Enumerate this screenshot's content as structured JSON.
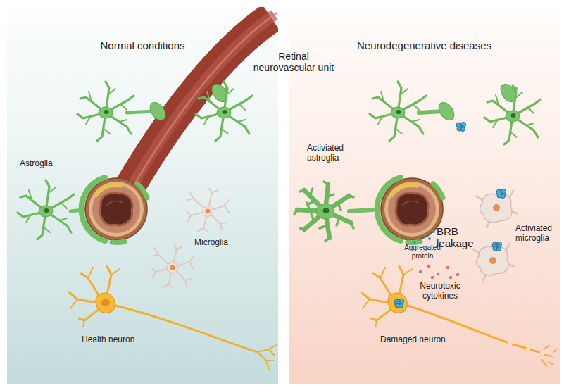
{
  "diagram": {
    "nodes": [
      {
        "text": [
          "Normal conditions"
        ]
      },
      {
        "text": [
          "Neurodegenerative diseases"
        ]
      }
    ],
    "labels": [
      "Retinal neurovascular unit",
      "Astroglia",
      "Microglia",
      "Health neuron",
      "Activiated astroglia",
      "BRB leakage",
      "Aggregated protein",
      "Activiated microglia",
      "Neurotoxic cytokines",
      "Damaged neuron"
    ]
  }
}
